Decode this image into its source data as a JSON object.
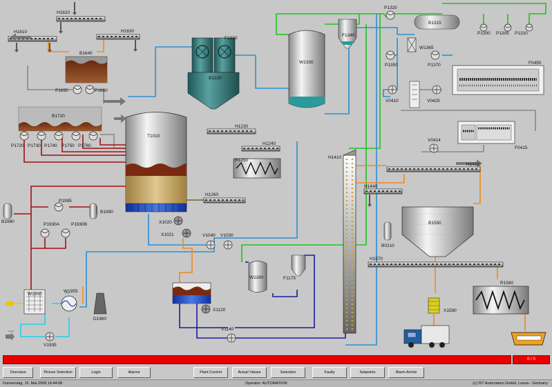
{
  "equipment": {
    "H1610": "H1610",
    "H1620": "H1620",
    "H1630": "H1630",
    "B1640": "B1640",
    "P1650": "P1650",
    "P1660": "P1660",
    "B1720": "B1720",
    "P1720": "P1720",
    "P1730": "P1730",
    "P1740": "P1740",
    "P1750": "P1750",
    "P1760": "P1760",
    "T1010": "T1010",
    "F1210": "F1210",
    "B1220": "B1220",
    "H1230": "H1230",
    "H1240": "H1240",
    "R1250": "R1250",
    "H1260": "H1260",
    "X1020": "X1020",
    "X1021": "X1021",
    "V1040": "V1040",
    "V1030": "V1030",
    "P1995": "P1995",
    "B1990": "B1990",
    "B1980": "B1980",
    "P1930A": "P1930A",
    "P1930B": "P1930B",
    "W1950": "W1950",
    "W1955": "W1955",
    "D1960": "D1960",
    "V1935": "V1935",
    "P1320": "P1320",
    "B1315": "B1315",
    "P1300": "P1300",
    "P1305": "P1305",
    "P1310": "P1310",
    "W1330": "W1330",
    "F1340": "F1340",
    "W1365": "W1365",
    "P1350": "P1350",
    "P1370": "P1370",
    "F0450": "F0450",
    "V0410": "V0410",
    "V0425": "V0425",
    "V0414": "V0414",
    "F0415": "F0415",
    "H1410": "H1410",
    "H1420": "H1420",
    "H1440": "H1440",
    "B1550": "B1550",
    "B0210": "B0210",
    "H1570": "H1570",
    "R1580": "R1580",
    "X1590": "X1590",
    "W1160": "W1160",
    "F1175": "F1175",
    "X1120": "X1120",
    "V1140": "V1140"
  },
  "alarm": {
    "count": "0 / 0"
  },
  "nav": [
    {
      "label": "Overview"
    },
    {
      "label": "Picture Selection"
    },
    {
      "label": "Login"
    },
    {
      "label": "Alarms"
    },
    {
      "label": "Plant Control"
    },
    {
      "label": "Actual Values"
    },
    {
      "label": "Selection"
    },
    {
      "label": "Faulty"
    },
    {
      "label": "Setpoints"
    },
    {
      "label": "Alarm Archiv"
    }
  ],
  "status": {
    "datetime": "Donnerstag, 15. Mai 2008 14:44:08",
    "operator": "Operator:  AUTOMATION",
    "copyright": "(c) IST Automation GmbH, Leuna - Germany"
  },
  "colors": {
    "alarm": "#e80000",
    "background": "#c8c8c8",
    "pipe_blue": "#2a8fd0",
    "pipe_green": "#1ec21e",
    "pipe_red": "#a01010",
    "pipe_orange": "#f08a1a",
    "pipe_navy": "#1a1aa0",
    "pipe_cyan": "#1ed0e8"
  }
}
